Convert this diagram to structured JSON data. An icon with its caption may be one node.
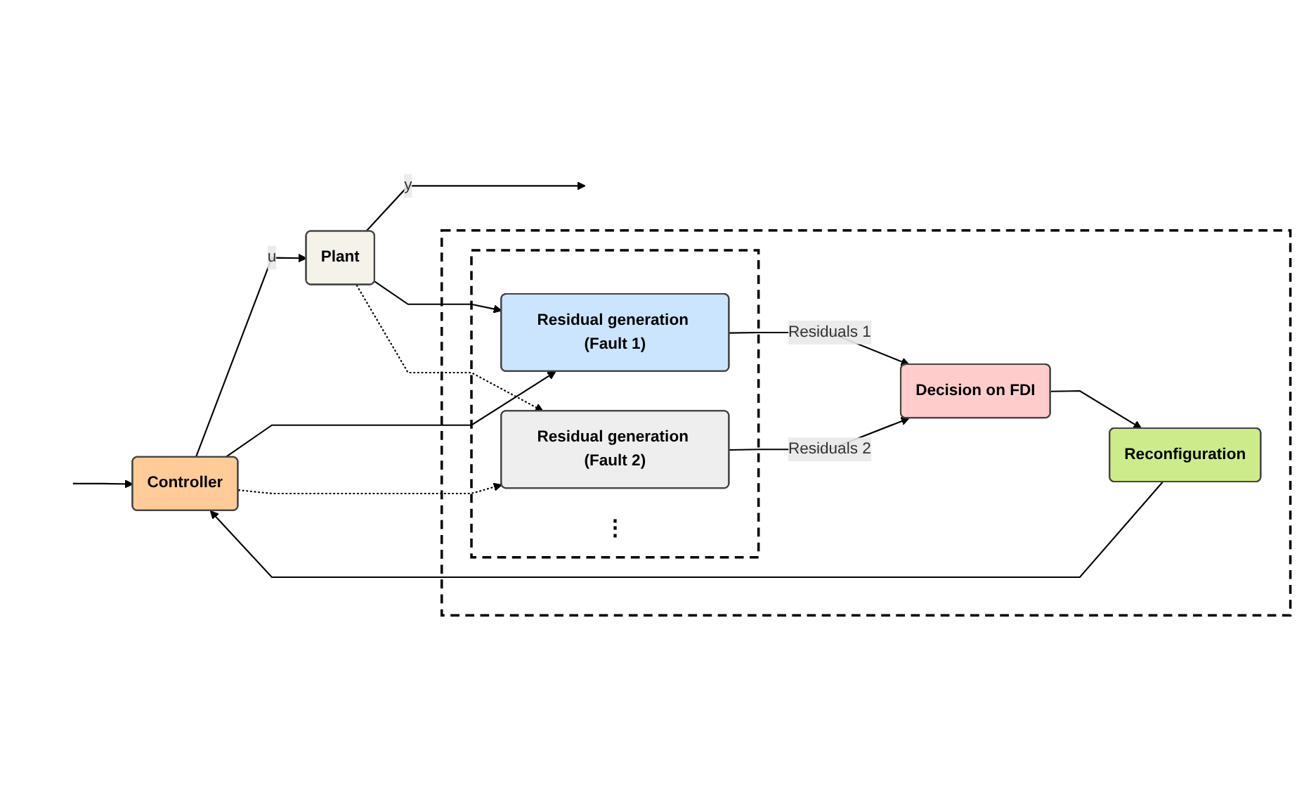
{
  "diagram": {
    "nodes": [
      {
        "text": [
          "Controller"
        ]
      },
      {
        "text": [
          "Plant"
        ]
      },
      {
        "text": [],
        "shape": "box"
      },
      {
        "text": [
          "Reconfiguration"
        ],
        "in": 2
      },
      {
        "text": [
          "Decision on FDI"
        ],
        "in": 2
      },
      {
        "text": [],
        "shape": "box",
        "in": 2
      },
      {
        "text": [
          "Residual generation (Fault 1)"
        ],
        "in": 5
      },
      {
        "text": [
          "Residual generation (Fault 2)"
        ],
        "in": 5
      },
      {
        "text": [
          "⋮"
        ],
        "in": 5
      }
    ],
    "edges": [
      {
        "from": null,
        "to": 0,
        "arrow": "to"
      },
      {
        "from": 0,
        "to": 1,
        "arrow": "to",
        "label": "u"
      },
      {
        "from": 1,
        "to": null,
        "arrow": "to",
        "label": "y"
      },
      {
        "from": 0,
        "to": 6,
        "arrow": "to"
      },
      {
        "from": 0,
        "to": 7,
        "arrow": "to",
        "style": "dashed"
      },
      {
        "from": 1,
        "to": 6,
        "arrow": "to"
      },
      {
        "from": 1,
        "to": 7,
        "arrow": "to",
        "style": "dashed"
      },
      {
        "from": 4,
        "to": 3,
        "arrow": "to"
      },
      {
        "from": 3,
        "to": 0,
        "arrow": "to"
      },
      {
        "from": 6,
        "to": 4,
        "arrow": "to",
        "label": "Residuals 1"
      },
      {
        "from": 7,
        "to": 4,
        "arrow": "to",
        "label": "Residuals 2"
      }
    ]
  }
}
